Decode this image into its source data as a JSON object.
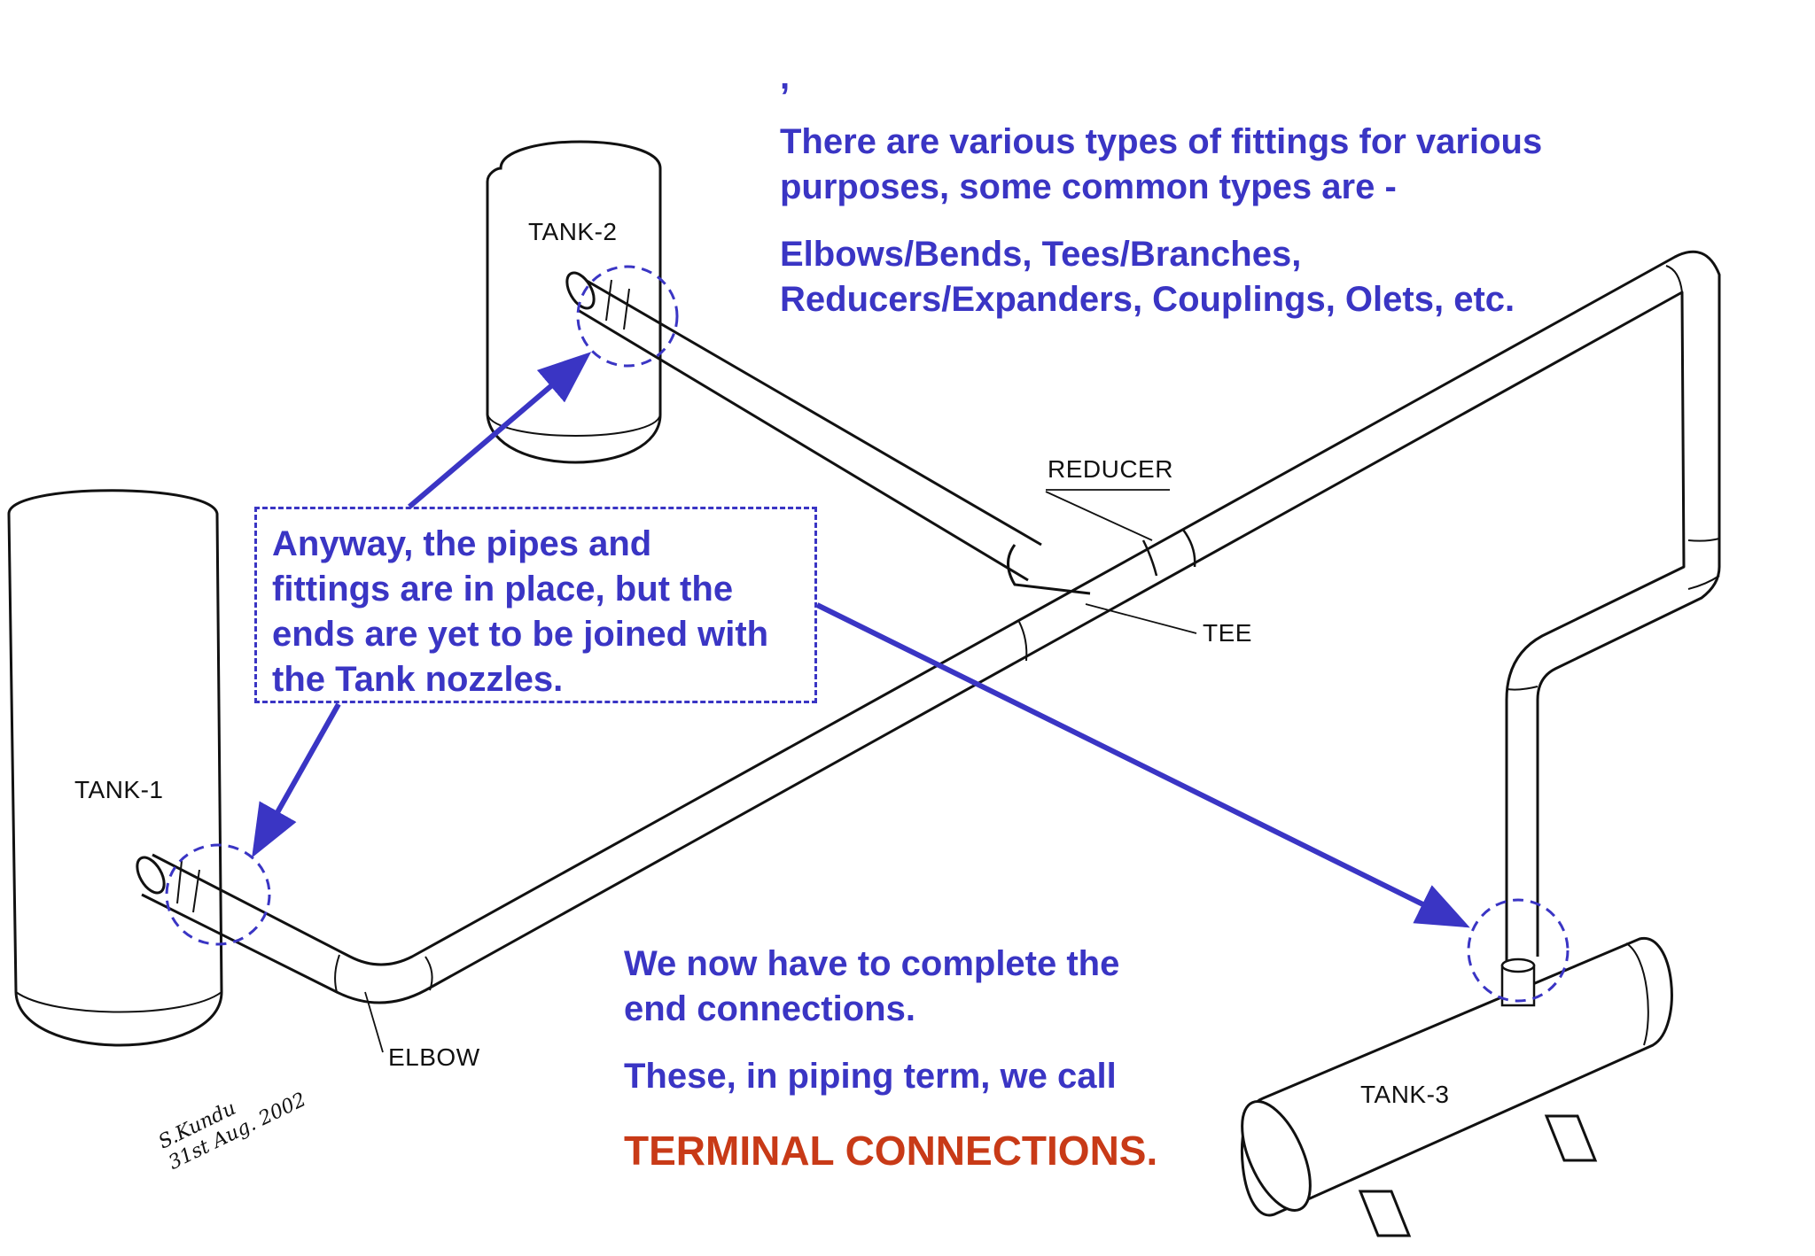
{
  "slide": {
    "stray_mark": ",",
    "intro": {
      "line1": "There are various types of fittings for various",
      "line2": "purposes, some common types are -",
      "line3": "Elbows/Bends, Tees/Branches,",
      "line4": "Reducers/Expanders, Couplings, Olets, etc."
    },
    "callout": {
      "line1": "Anyway, the pipes and",
      "line2": "fittings are in place, but the",
      "line3": "ends are yet to be joined with",
      "line4": "the Tank nozzles."
    },
    "conclusion": {
      "line1": "We now have to complete the",
      "line2": "end connections.",
      "line3": "These, in piping term, we call"
    },
    "emphasis": "TERMINAL CONNECTIONS."
  },
  "diagram": {
    "labels": {
      "tank1": "TANK-1",
      "tank2": "TANK-2",
      "tank3": "TANK-3",
      "reducer": "REDUCER",
      "tee": "TEE",
      "elbow": "ELBOW"
    },
    "signature": {
      "name": "S.Kundu",
      "date": "31st Aug. 2002"
    }
  },
  "colors": {
    "annotation_blue": "#3a35c4",
    "emphasis_red": "#c83a17",
    "ink": "#111111"
  }
}
